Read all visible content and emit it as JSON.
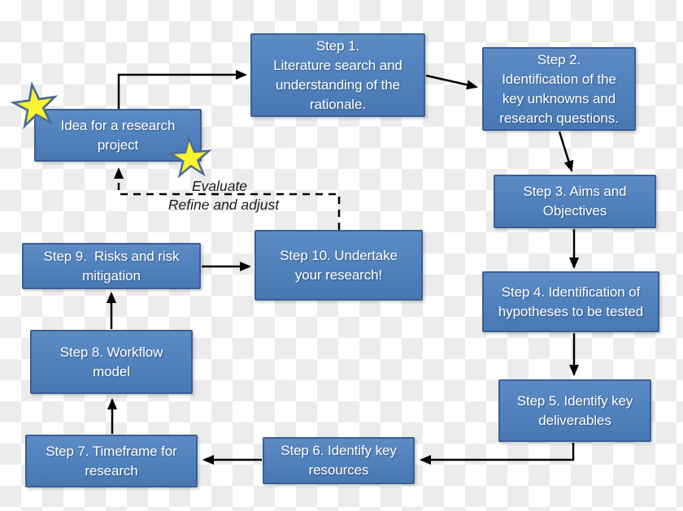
{
  "diagram": {
    "nodes": {
      "idea": {
        "label": "Idea for a research\nproject"
      },
      "step1": {
        "label": "Step 1.\nLiterature search and\nunderstanding of the\nrationale."
      },
      "step2": {
        "label": "Step 2.\nIdentification of the\nkey unknowns and\nresearch questions."
      },
      "step3": {
        "label": "Step 3. Aims and\nObjectives"
      },
      "step4": {
        "label": "Step 4. Identification of\nhypotheses to be tested"
      },
      "step5": {
        "label": "Step 5. Identify key\ndeliverables"
      },
      "step6": {
        "label": "Step 6. Identify key\nresources"
      },
      "step7": {
        "label": "Step 7. Timeframe for\nresearch"
      },
      "step8": {
        "label": "Step 8. Workflow\nmodel"
      },
      "step9": {
        "label": "Step 9.  Risks and risk\nmitigation"
      },
      "step10": {
        "label": "Step 10. Undertake\nyour research!"
      }
    },
    "feedback_label": {
      "line1": "Evaluate",
      "line2": "Refine and adjust"
    },
    "colors": {
      "box_fill": "#4f81bd",
      "box_border": "#3a5f96",
      "box_text": "#ffffff",
      "arrow": "#000000",
      "star_fill": "#f9f22e",
      "star_outline": "#4a6d96",
      "checker_white": "#ffffff",
      "checker_gray": "#ececec"
    }
  }
}
